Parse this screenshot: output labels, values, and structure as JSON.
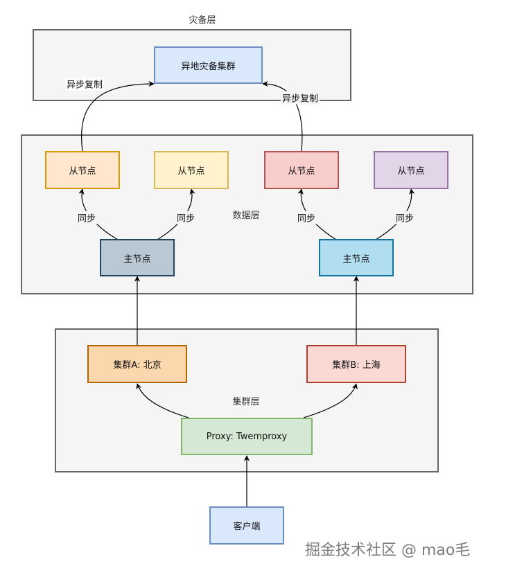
{
  "layers": {
    "dr": "灾备层",
    "data": "数据层",
    "cluster": "集群层"
  },
  "nodes": {
    "dr_cluster": "异地灾备集群",
    "slave1": "从节点",
    "slave2": "从节点",
    "slave3": "从节点",
    "slave4": "从节点",
    "master_a": "主节点",
    "master_b": "主节点",
    "cluster_a": "集群A: 北京",
    "cluster_b": "集群B: 上海",
    "proxy": "Proxy: Twemproxy",
    "client": "客户端"
  },
  "edge_labels": {
    "async_left": "异步复制",
    "async_right": "异步复制",
    "sync1": "同步",
    "sync2": "同步",
    "sync3": "同步",
    "sync4": "同步"
  },
  "watermark": "掘金技术社区 @ mao毛",
  "colors": {
    "dr_fill": "#dae8fc",
    "dr_stroke": "#6c8ebf",
    "slave1_fill": "#ffe6cc",
    "slave1_stroke": "#d79b00",
    "slave2_fill": "#fff2cc",
    "slave2_stroke": "#d6b656",
    "slave3_fill": "#f8cecc",
    "slave3_stroke": "#b85450",
    "slave4_fill": "#e1d5e7",
    "slave4_stroke": "#9673a6",
    "master_a_fill": "#bac8d3",
    "master_a_stroke": "#23445d",
    "master_b_fill": "#b1ddf0",
    "master_b_stroke": "#10739e",
    "cluster_a_fill": "#fad7ac",
    "cluster_a_stroke": "#b46504",
    "cluster_b_fill": "#fad9d5",
    "cluster_b_stroke": "#ae4132",
    "proxy_fill": "#d5e8d4",
    "proxy_stroke": "#82b366",
    "client_fill": "#dae8fc",
    "client_stroke": "#6c8ebf"
  }
}
